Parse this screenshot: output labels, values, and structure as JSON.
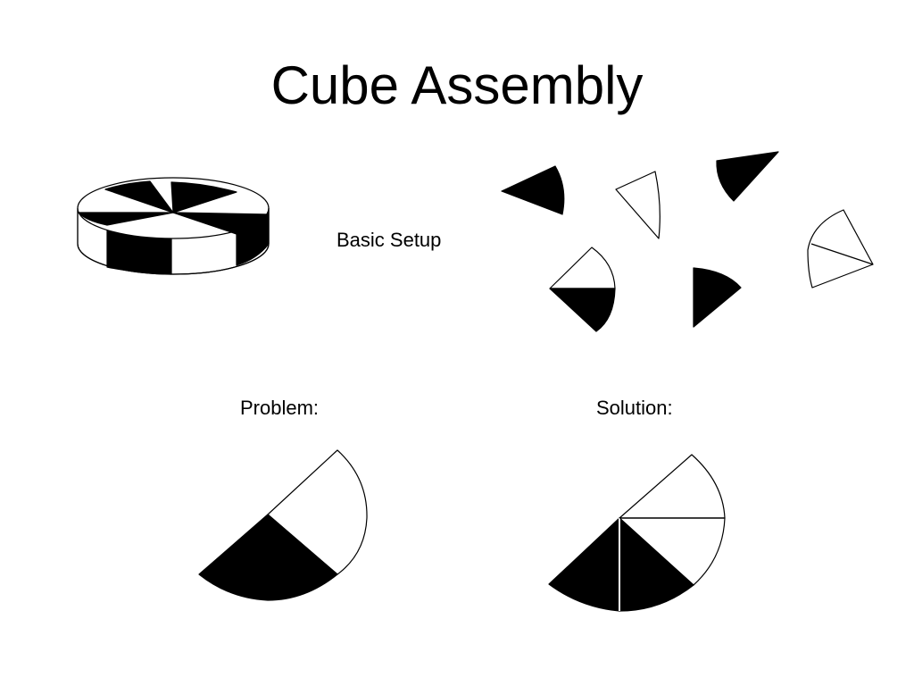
{
  "slide": {
    "title": "Cube Assembly",
    "labels": {
      "basic_setup": "Basic Setup",
      "problem": "Problem:",
      "solution": "Solution:"
    }
  },
  "colors": {
    "background": "#ffffff",
    "ink": "#000000",
    "fill_light": "#ffffff",
    "fill_dark": "#000000"
  }
}
